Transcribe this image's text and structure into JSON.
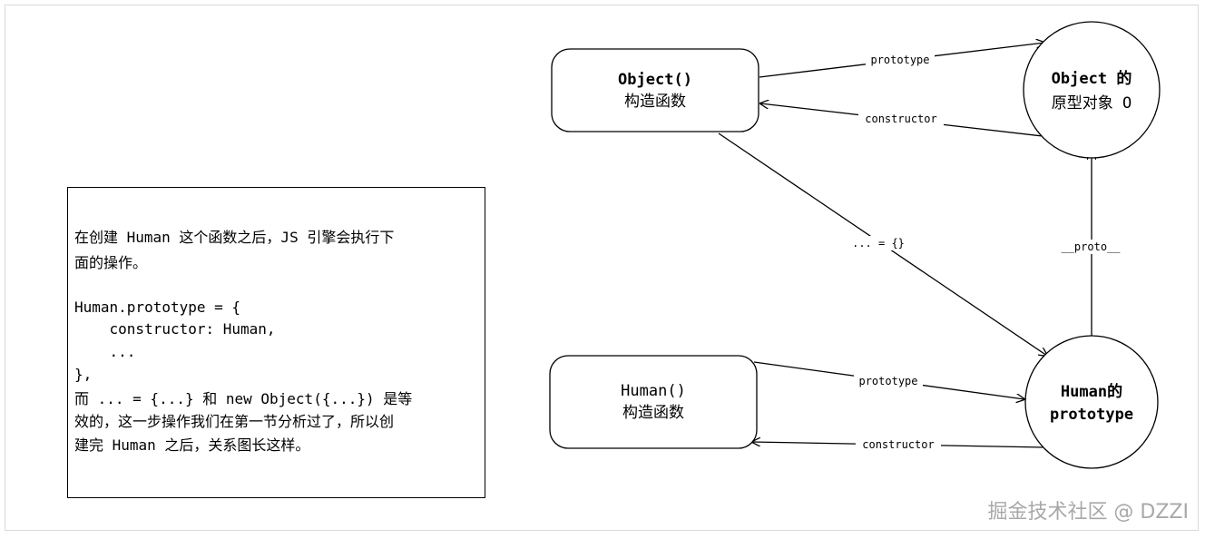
{
  "note": {
    "lines": [
      "在创建 Human 这个函数之后，JS 引擎会执行下",
      "面的操作。",
      "",
      "Human.prototype = {",
      "    constructor: Human,",
      "    ...",
      "},",
      "而 ... = {...} 和 new Object({...}) 是等",
      "效的，这一步操作我们在第一节分析过了，所以创",
      "建完 Human 之后，关系图长这样。"
    ]
  },
  "nodes": {
    "object_ctor": {
      "line1": "Object()",
      "line2": "构造函数"
    },
    "object_proto": {
      "line1": "Object 的",
      "line2": "原型对象 O"
    },
    "human_ctor": {
      "line1": "Human()",
      "line2": "构造函数"
    },
    "human_proto": {
      "line1": "Human的",
      "line2": "prototype"
    }
  },
  "edges": {
    "object_prototype": "prototype",
    "object_constructor": "constructor",
    "object_new": "... = {}",
    "proto_link": "__proto__",
    "human_prototype": "prototype",
    "human_constructor": "constructor"
  },
  "watermark": "掘金技术社区 @ DZZI"
}
